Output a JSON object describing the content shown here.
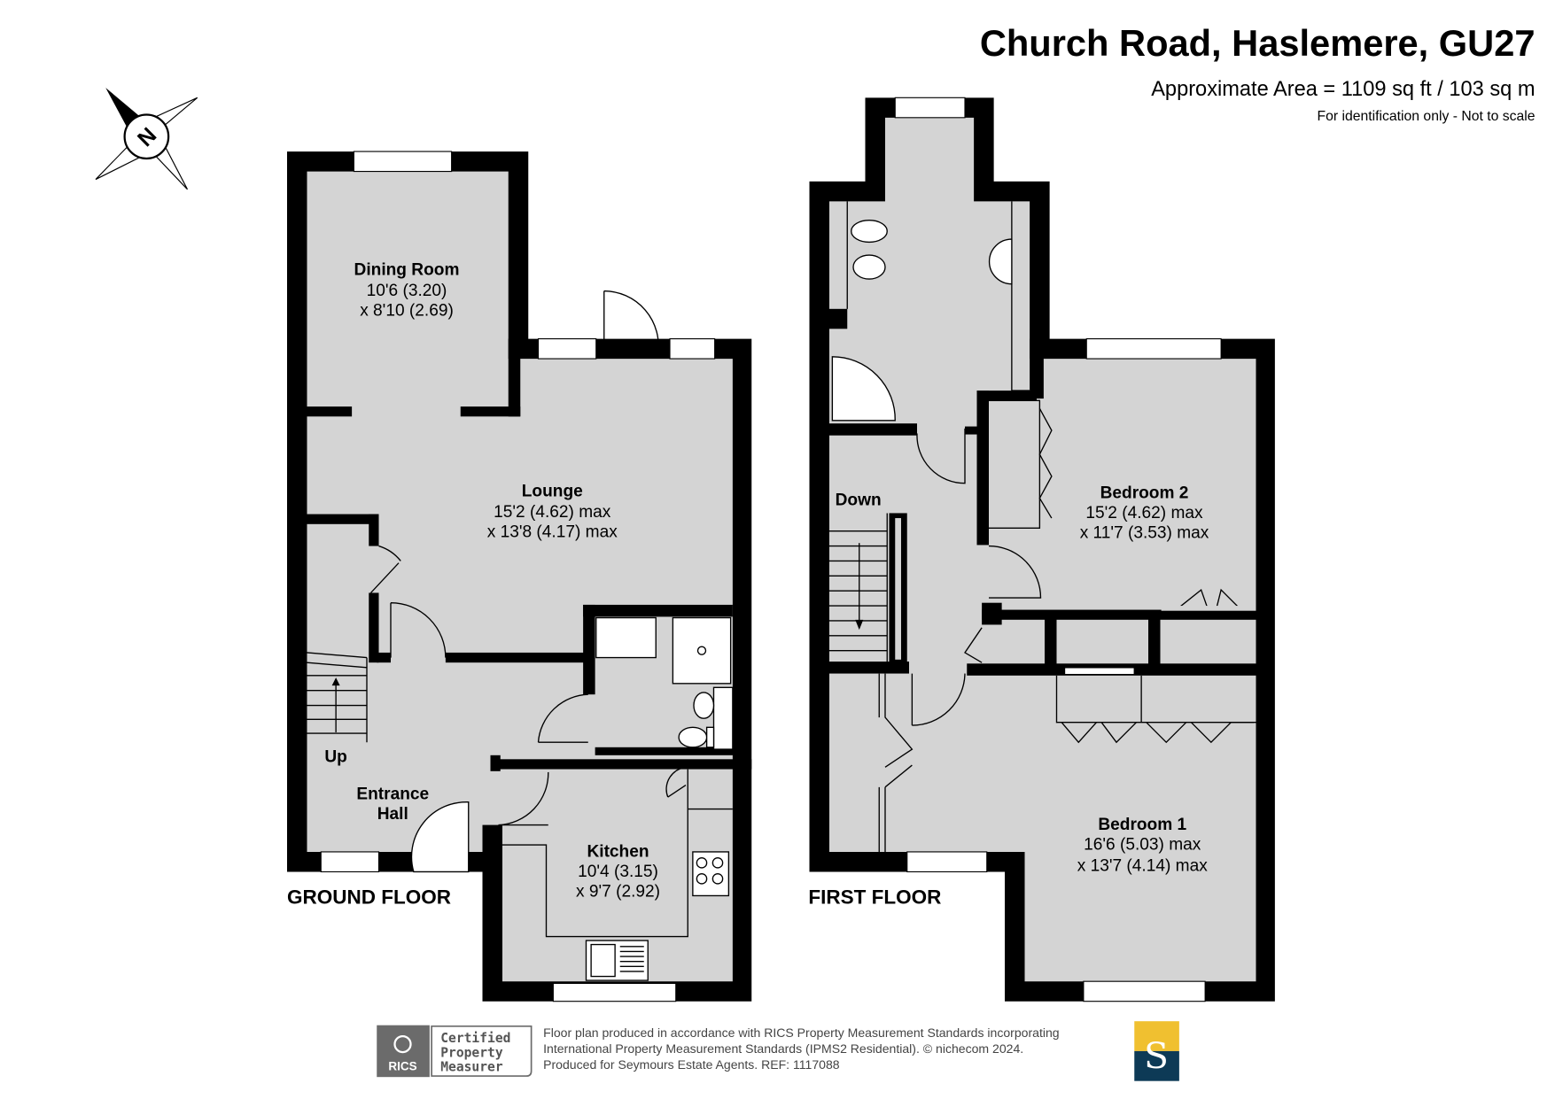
{
  "header": {
    "title": "Church Road, Haslemere, GU27",
    "area": "Approximate Area = 1109 sq ft / 103 sq m",
    "disclaimer": "For identification only - Not to scale"
  },
  "compass": {
    "label": "N"
  },
  "ground_floor": {
    "label": "GROUND FLOOR",
    "rooms": [
      {
        "name": "Dining Room",
        "dim1": "10'6 (3.20)",
        "dim2": "x 8'10 (2.69)"
      },
      {
        "name": "Lounge",
        "dim1": "15'2 (4.62) max",
        "dim2": "x 13'8 (4.17) max"
      },
      {
        "name": "Entrance",
        "name2": "Hall"
      },
      {
        "name": "Kitchen",
        "dim1": "10'4 (3.15)",
        "dim2": "x 9'7 (2.92)"
      }
    ],
    "stairs_label": "Up"
  },
  "first_floor": {
    "label": "FIRST FLOOR",
    "rooms": [
      {
        "name": "Bedroom 2",
        "dim1": "15'2 (4.62) max",
        "dim2": "x 11'7 (3.53) max"
      },
      {
        "name": "Bedroom 1",
        "dim1": "16'6 (5.03) max",
        "dim2": "x 13'7 (4.14) max"
      }
    ],
    "stairs_label": "Down"
  },
  "footer": {
    "rics": "RICS",
    "badge": [
      "Certified",
      "Property",
      "Measurer"
    ],
    "lines": [
      "Floor plan produced in accordance with RICS Property Measurement Standards incorporating",
      "International Property Measurement Standards (IPMS2 Residential).   © nichecom 2024.",
      "Produced for Seymours Estate Agents.   REF:  1117088"
    ],
    "logo_letter": "S"
  },
  "colors": {
    "room": "#d4d4d4",
    "logo_top": "#f0c030",
    "logo_bottom": "#0d3a56",
    "rics_grey": "#6b6b6b"
  }
}
